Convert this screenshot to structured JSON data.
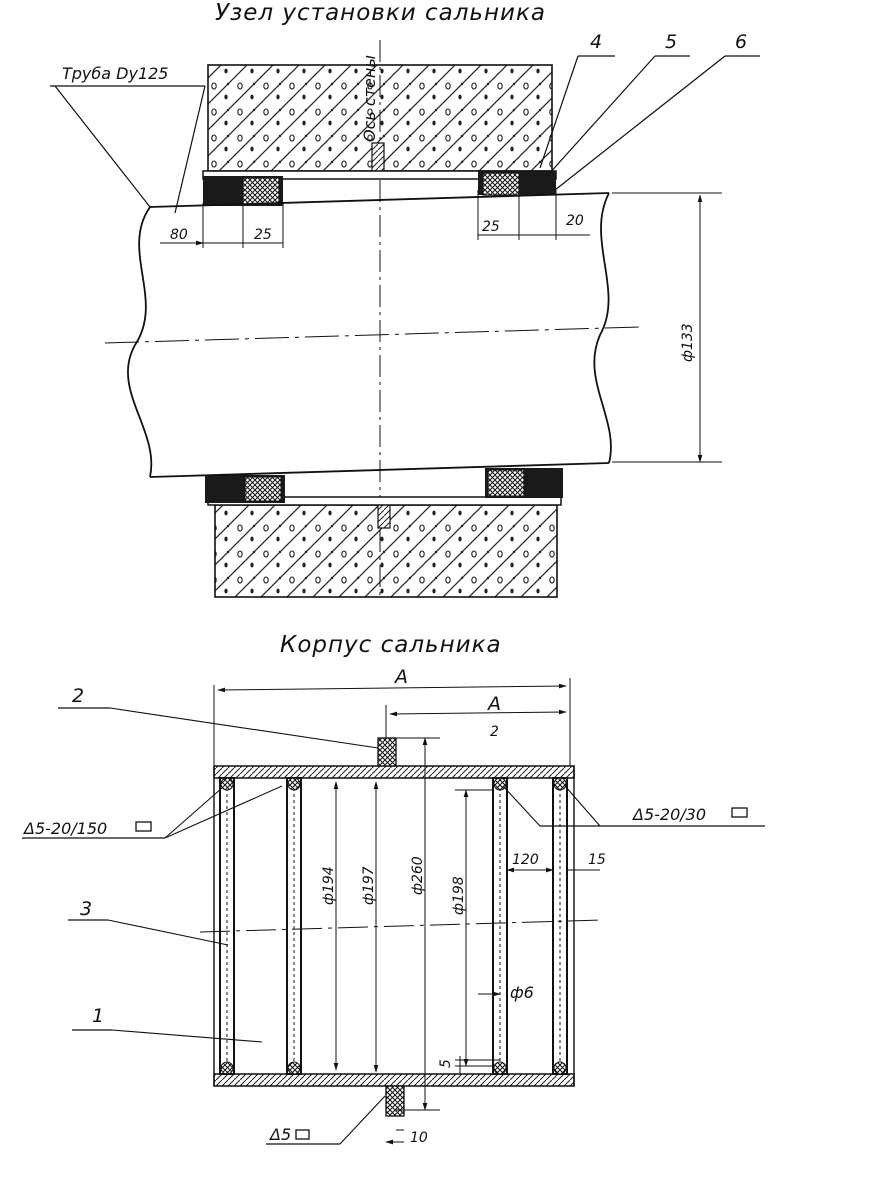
{
  "assembly": {
    "title": "Узел установки сальника",
    "pipe_label": "Труба Dy125",
    "wall_axis_label": "Ось стены",
    "callouts": [
      "4",
      "5",
      "6"
    ],
    "dims": {
      "left_offset": "80",
      "left_packing": "25",
      "right_packing": "25",
      "right_offset": "20",
      "pipe_diameter": "ф133"
    }
  },
  "body": {
    "title": "Корпус сальника",
    "overall_length": "А",
    "half_length": "А",
    "top_section_num": "2",
    "callouts": {
      "lug": "2",
      "ring": "3",
      "shell": "1"
    },
    "weld_left": "Δ5-20/150",
    "weld_right": "Δ5-20/30",
    "weld_bottom": "Δ5",
    "dims": {
      "d194": "ф194",
      "d197": "ф197",
      "d260": "ф260",
      "d198": "ф198",
      "w120": "120",
      "w15": "15",
      "d6": "ф6",
      "gap5": "5",
      "lug10": "10"
    }
  }
}
